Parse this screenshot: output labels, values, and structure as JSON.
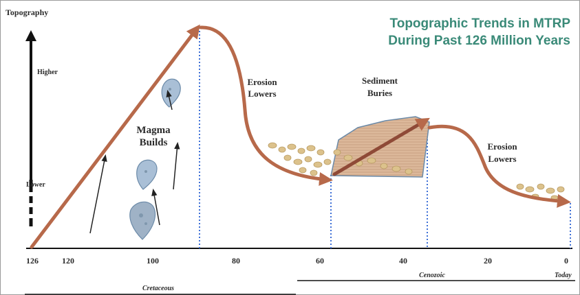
{
  "title": {
    "line1": "Topographic Trends in MTRP",
    "line2": "During Past 126 Million Years"
  },
  "y_axis": {
    "label": "Topography",
    "higher": "Higher",
    "lower": "Lower"
  },
  "annotations": {
    "magma_line1": "Magma",
    "magma_line2": "Builds",
    "erosion1_line1": "Erosion",
    "erosion1_line2": "Lowers",
    "sediment_line1": "Sediment",
    "sediment_line2": "Buries",
    "erosion2_line1": "Erosion",
    "erosion2_line2": "Lowers"
  },
  "x_axis": {
    "ticks": [
      "126",
      "120",
      "100",
      "80",
      "60",
      "40",
      "20",
      "0"
    ],
    "today": "Today"
  },
  "eras": {
    "cretaceous": "Cretaceous",
    "cenozoic": "Cenozoic"
  },
  "colors": {
    "path": "#b7694a",
    "title": "#3a8a78",
    "guide": "#3d6fd6",
    "drop_fill": "#a9bfd6",
    "pebble": "#dcc28c",
    "sediment_fill": "#dcb89a"
  }
}
